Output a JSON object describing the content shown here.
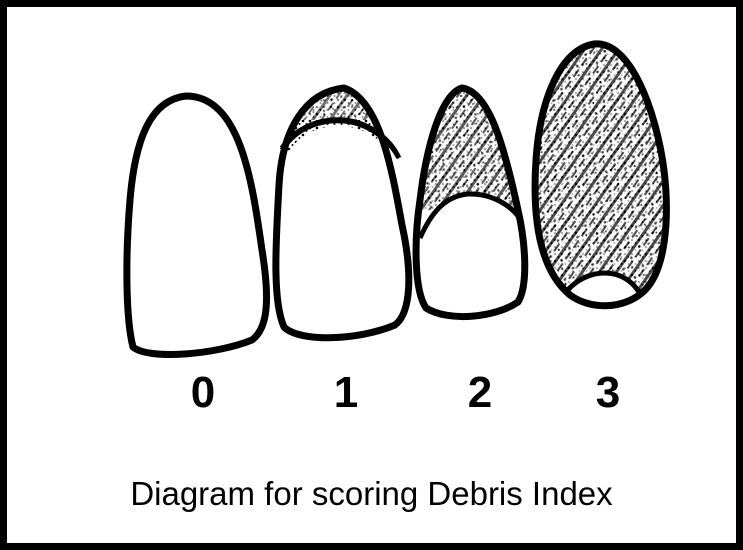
{
  "figure": {
    "caption": "Diagram for scoring Debris Index",
    "scores": [
      {
        "label": "0",
        "debris_coverage": 0.0
      },
      {
        "label": "1",
        "debris_coverage": 0.2
      },
      {
        "label": "2",
        "debris_coverage": 0.45
      },
      {
        "label": "3",
        "debris_coverage": 0.85
      }
    ],
    "colors": {
      "outline": "#000000",
      "background": "#ffffff",
      "debris": "#000000"
    }
  }
}
